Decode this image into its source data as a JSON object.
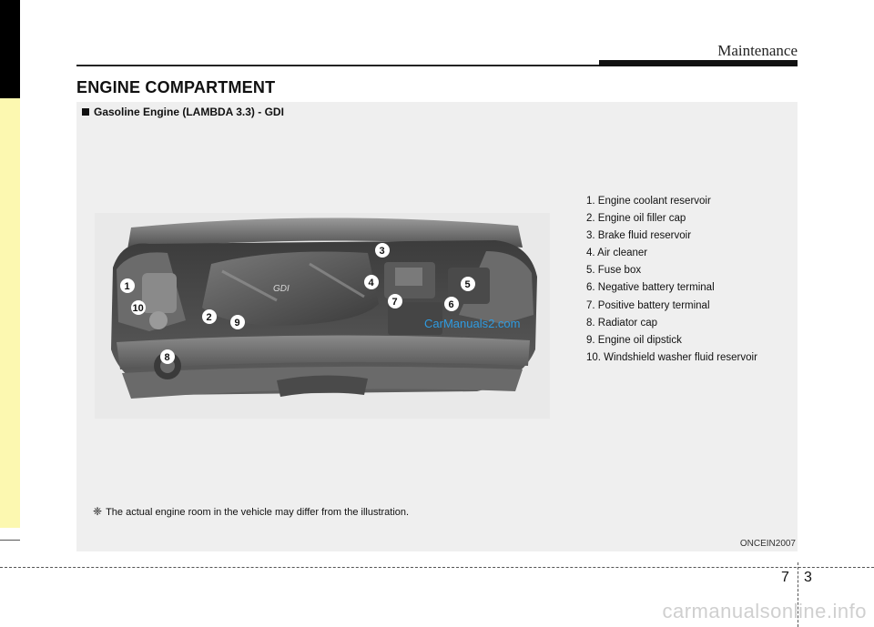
{
  "header": {
    "section": "Maintenance"
  },
  "page": {
    "title": "ENGINE COMPARTMENT",
    "chapter": "7",
    "number": "3"
  },
  "panel": {
    "heading": "Gasoline Engine (LAMBDA 3.3) - GDI",
    "engine_cover_text": "GDI",
    "callouts": [
      "1",
      "2",
      "3",
      "4",
      "5",
      "6",
      "7",
      "8",
      "9",
      "10"
    ],
    "parts": [
      "1. Engine coolant reservoir",
      "2. Engine oil filler cap",
      "3. Brake fluid reservoir",
      "4. Air cleaner",
      "5. Fuse box",
      "6. Negative battery terminal",
      "7. Positive battery terminal",
      "8. Radiator cap",
      "9. Engine oil dipstick",
      "10. Windshield washer fluid reservoir"
    ],
    "footnote_mark": "❈",
    "footnote": "The actual engine room in the vehicle may differ from the illustration.",
    "figure_code": "ONCEIN2007",
    "inline_watermark": "CarManuals2.com"
  },
  "watermark": "carmanualsonline.info"
}
